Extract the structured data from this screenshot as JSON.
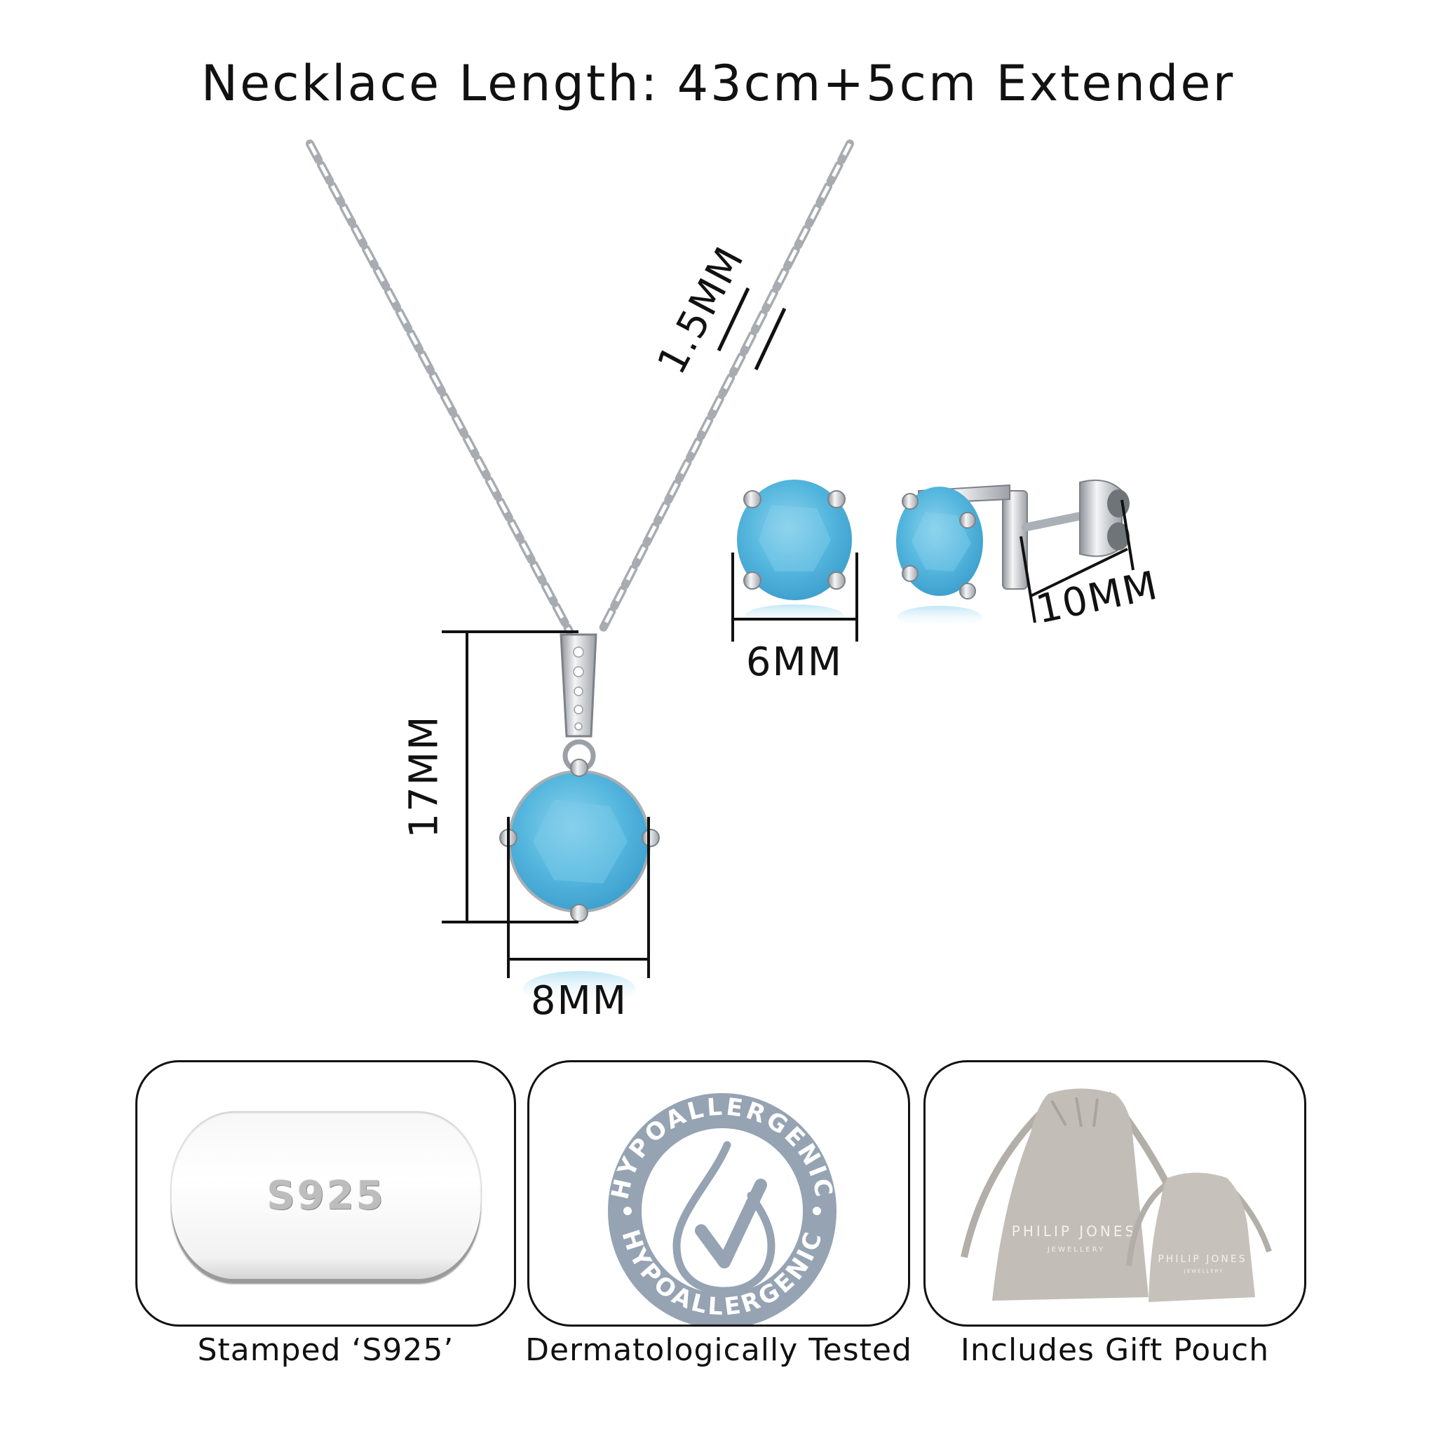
{
  "header": {
    "title": "Necklace Length: 43cm+5cm Extender"
  },
  "dimensions": {
    "chain_width": "1.5MM",
    "pendant_height": "17MM",
    "pendant_width": "8MM",
    "earring_width": "6MM",
    "earring_depth": "10MM"
  },
  "features": [
    {
      "label": "Stamped ‘S925’",
      "image_text": "S925",
      "icon": "silver-tag-icon"
    },
    {
      "label": "Dermatologically Tested",
      "badge_text_top": "HYPOALLERGENIC",
      "badge_text_bottom": "HYPOALLERGENIC",
      "icon": "hypoallergenic-badge-icon"
    },
    {
      "label": "Includes Gift Pouch",
      "pouch_brand": "PHILIP JONES",
      "pouch_sub": "JEWELLERY",
      "icon": "gift-pouch-icon"
    }
  ],
  "colors": {
    "stone": "#4fb3dc",
    "stone_light": "#8fd3ee",
    "silver": "#c9ccd0",
    "badge": "#95a3b3",
    "pouch": "#c2bdb7",
    "line": "#111111"
  }
}
